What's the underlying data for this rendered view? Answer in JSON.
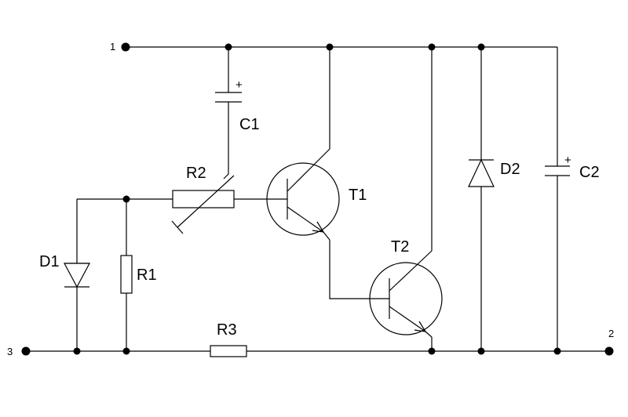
{
  "terminals": {
    "t1": "1",
    "t2": "2",
    "t3": "3"
  },
  "components": {
    "c1": {
      "label": "C1",
      "polarity": "+"
    },
    "c2": {
      "label": "C2",
      "polarity": "+"
    },
    "r1": {
      "label": "R1"
    },
    "r2": {
      "label": "R2"
    },
    "r3": {
      "label": "R3"
    },
    "d1": {
      "label": "D1"
    },
    "d2": {
      "label": "D2"
    },
    "q1": {
      "label": "T1"
    },
    "q2": {
      "label": "T2"
    }
  },
  "colors": {
    "ink": "#000000",
    "background": "#ffffff"
  }
}
